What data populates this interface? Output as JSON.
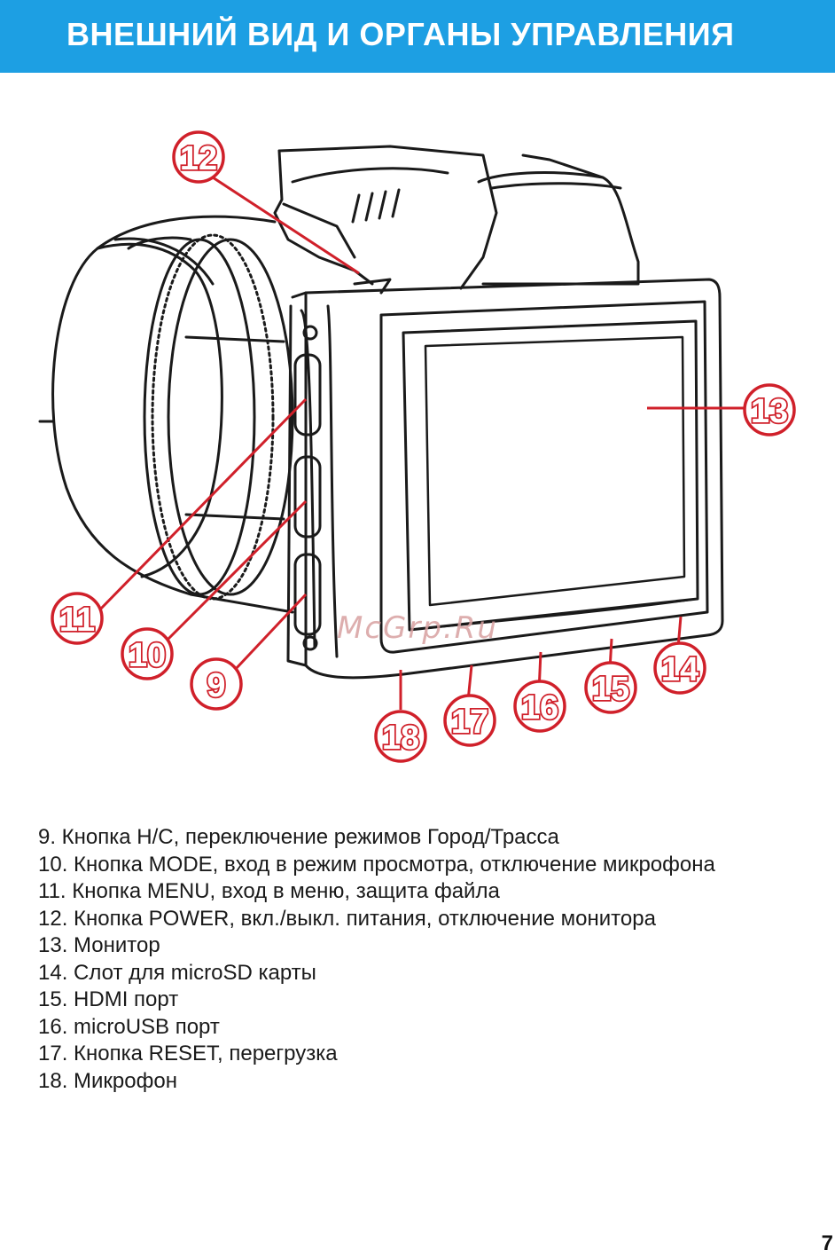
{
  "header": {
    "title": "ВНЕШНИЙ ВИД И ОРГАНЫ УПРАВЛЕНИЯ",
    "background": "#1d9fe3"
  },
  "diagram": {
    "subject": "dashcam camera rear view",
    "callout_color": "#d0202a",
    "callouts": [
      "12",
      "13",
      "11",
      "10",
      "9",
      "18",
      "17",
      "16",
      "15",
      "14"
    ],
    "watermark": "McGrp.Ru"
  },
  "legend": [
    "9.  Кнопка Н/С, переключение режимов Город/Трасса",
    "10. Кнопка MODE, вход в режим просмотра, отключение микрофона",
    "11. Кнопка MENU, вход в меню, защита файла",
    "12. Кнопка POWER, вкл./выкл. питания, отключение монитора",
    "13. Монитор",
    "14. Слот для microSD карты",
    "15. HDMI порт",
    "16. microUSB порт",
    "17. Кнопка RESET, перегрузка",
    "18. Микрофон"
  ],
  "page_number": "7"
}
